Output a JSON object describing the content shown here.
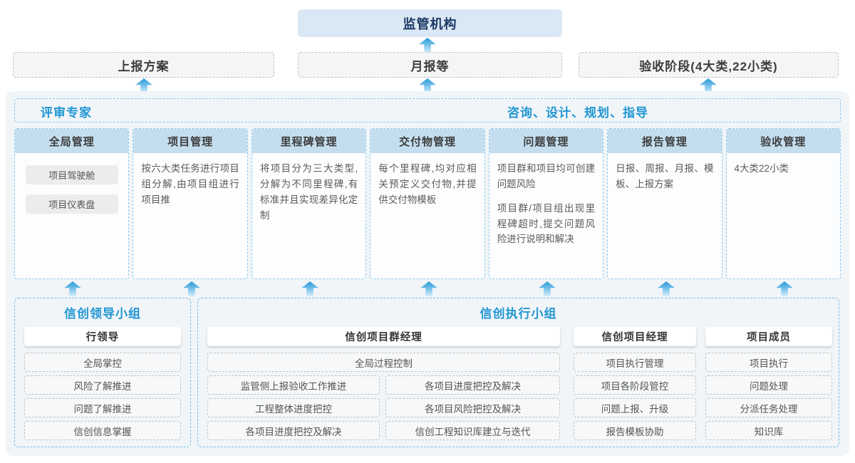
{
  "top": {
    "regulator": "监管机构"
  },
  "reports": [
    {
      "label": "上报方案"
    },
    {
      "label": "月报等"
    },
    {
      "label": "验收阶段(4大类,22小类)"
    }
  ],
  "platform": {
    "left_header": "评审专家",
    "right_header": "咨询、设计、规划、指导",
    "columns": [
      {
        "title": "全局管理",
        "pills": [
          "项目驾驶舱",
          "项目仪表盘"
        ]
      },
      {
        "title": "项目管理",
        "paragraphs": [
          "按六大类任务进行项目组分解,由项目组进行项目推"
        ]
      },
      {
        "title": "里程碑管理",
        "paragraphs": [
          "将项目分为三大类型,分解为不同里程碑,有标准并且实现差异化定制"
        ]
      },
      {
        "title": "交付物管理",
        "paragraphs": [
          "每个里程碑,均对应相关预定义交付物,并提供交付物模板"
        ]
      },
      {
        "title": "问题管理",
        "paragraphs": [
          "项目群和项目均可创建问题风险",
          "项目群/项目组出现里程碑超时,提交问题风险进行说明和解决"
        ]
      },
      {
        "title": "报告管理",
        "paragraphs": [
          "日报、周报、月报、模板、上报方案"
        ]
      },
      {
        "title": "验收管理",
        "paragraphs": [
          "4大类22小类"
        ]
      }
    ]
  },
  "groups": {
    "leader": {
      "title": "信创领导小组",
      "role": "行领导",
      "items": [
        "全局掌控",
        "风险了解推进",
        "问题了解推进",
        "信创信息掌握"
      ]
    },
    "exec": {
      "title": "信创执行小组",
      "program_manager": {
        "role": "信创项目群经理",
        "full_item": "全局过程控制",
        "left_items": [
          "监管侧上报验收工作推进",
          "工程整体进度把控",
          "各项目进度把控及解决"
        ],
        "right_items": [
          "各项目进度把控及解决",
          "各项目风险把控及解决",
          "信创工程知识库建立与迭代"
        ]
      },
      "project_manager": {
        "role": "信创项目经理",
        "items": [
          "项目执行管理",
          "项目各阶段管控",
          "问题上报、升级",
          "报告模板协助"
        ]
      },
      "member": {
        "role": "项目成员",
        "items": [
          "项目执行",
          "问题处理",
          "分派任务处理",
          "知识库"
        ]
      }
    }
  },
  "colors": {
    "accent_blue": "#2196d3",
    "navy_text": "#1d3a66",
    "regulator_bg": "#dae7f4",
    "column_header_bg": "#c4deef",
    "container_bg": "#f1f5f8",
    "arrow_gradient_top": "#2a9ad7",
    "arrow_gradient_bottom": "#d7eefa",
    "dashed_blue_border": "#85c5ea",
    "dashed_gray_border": "#c3c3c3"
  }
}
